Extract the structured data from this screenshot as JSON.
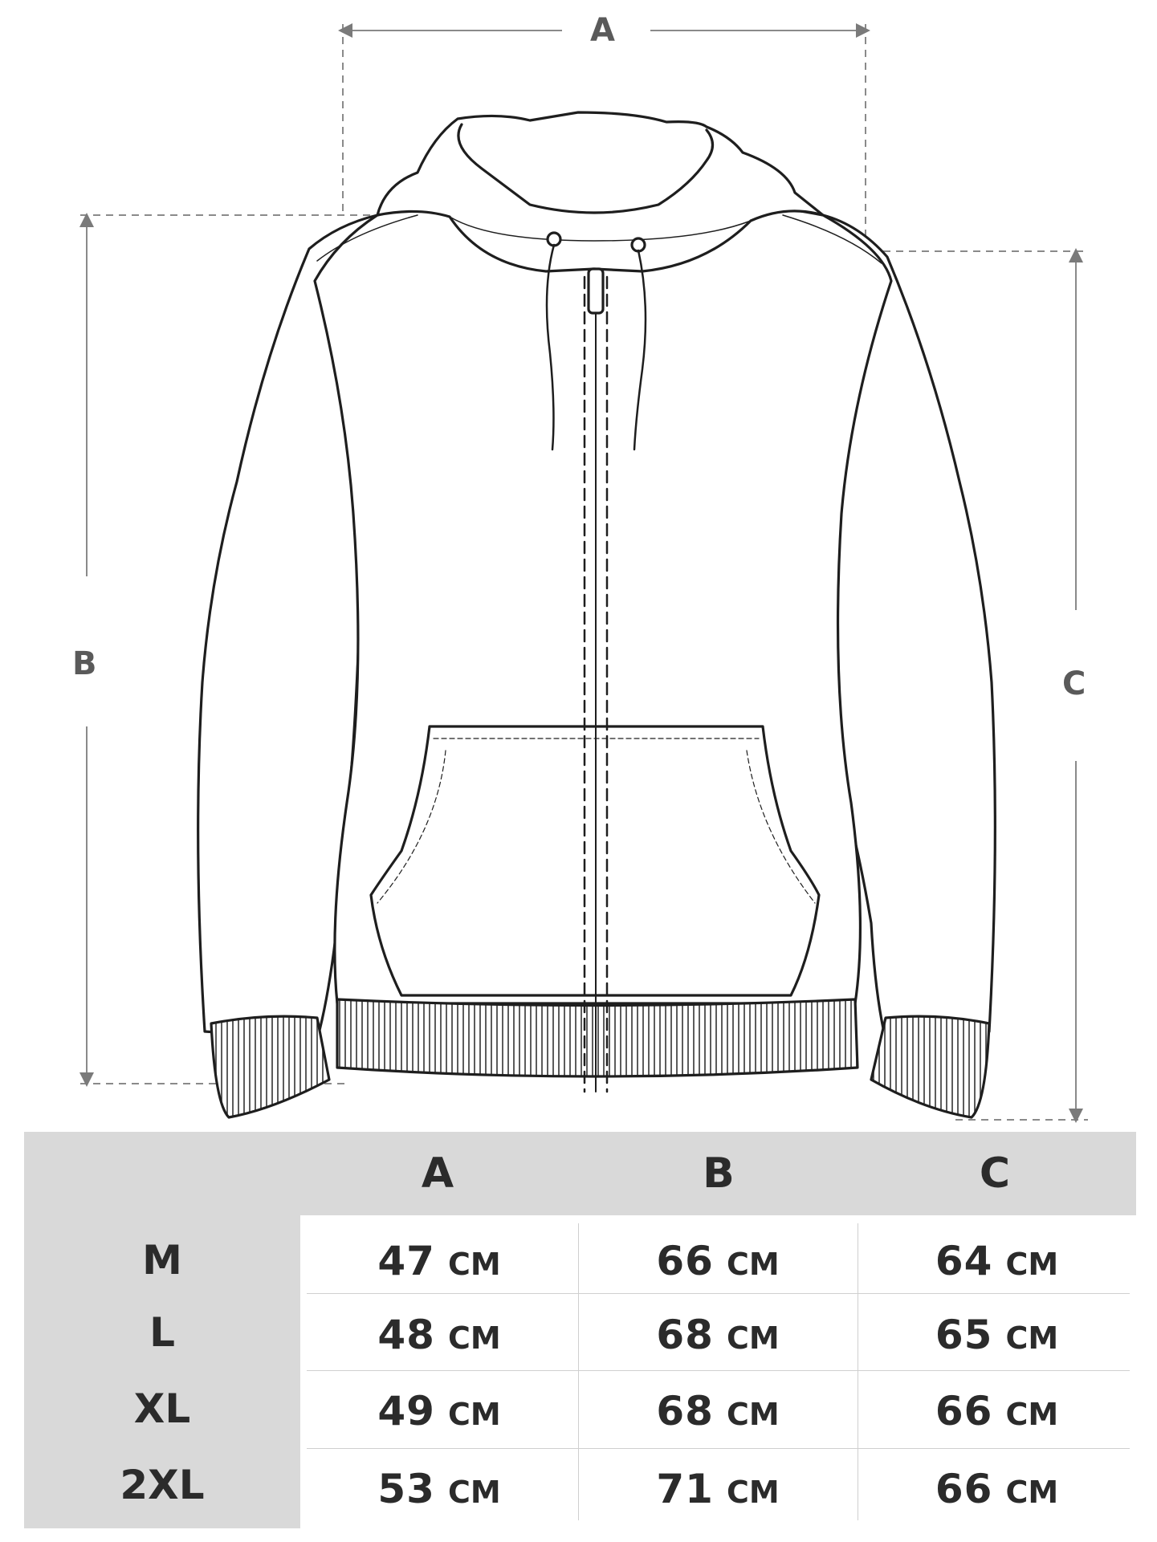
{
  "dimensions": {
    "a": "A",
    "b": "B",
    "c": "C"
  },
  "table": {
    "headers": [
      "A",
      "B",
      "C"
    ],
    "rows": [
      {
        "size": "M",
        "a": "47",
        "b": "66",
        "c": "64"
      },
      {
        "size": "L",
        "a": "48",
        "b": "68",
        "c": "65"
      },
      {
        "size": "XL",
        "a": "49",
        "b": "68",
        "c": "66"
      },
      {
        "size": "2XL",
        "a": "53",
        "b": "71",
        "c": "66"
      }
    ],
    "unit": "CM"
  }
}
